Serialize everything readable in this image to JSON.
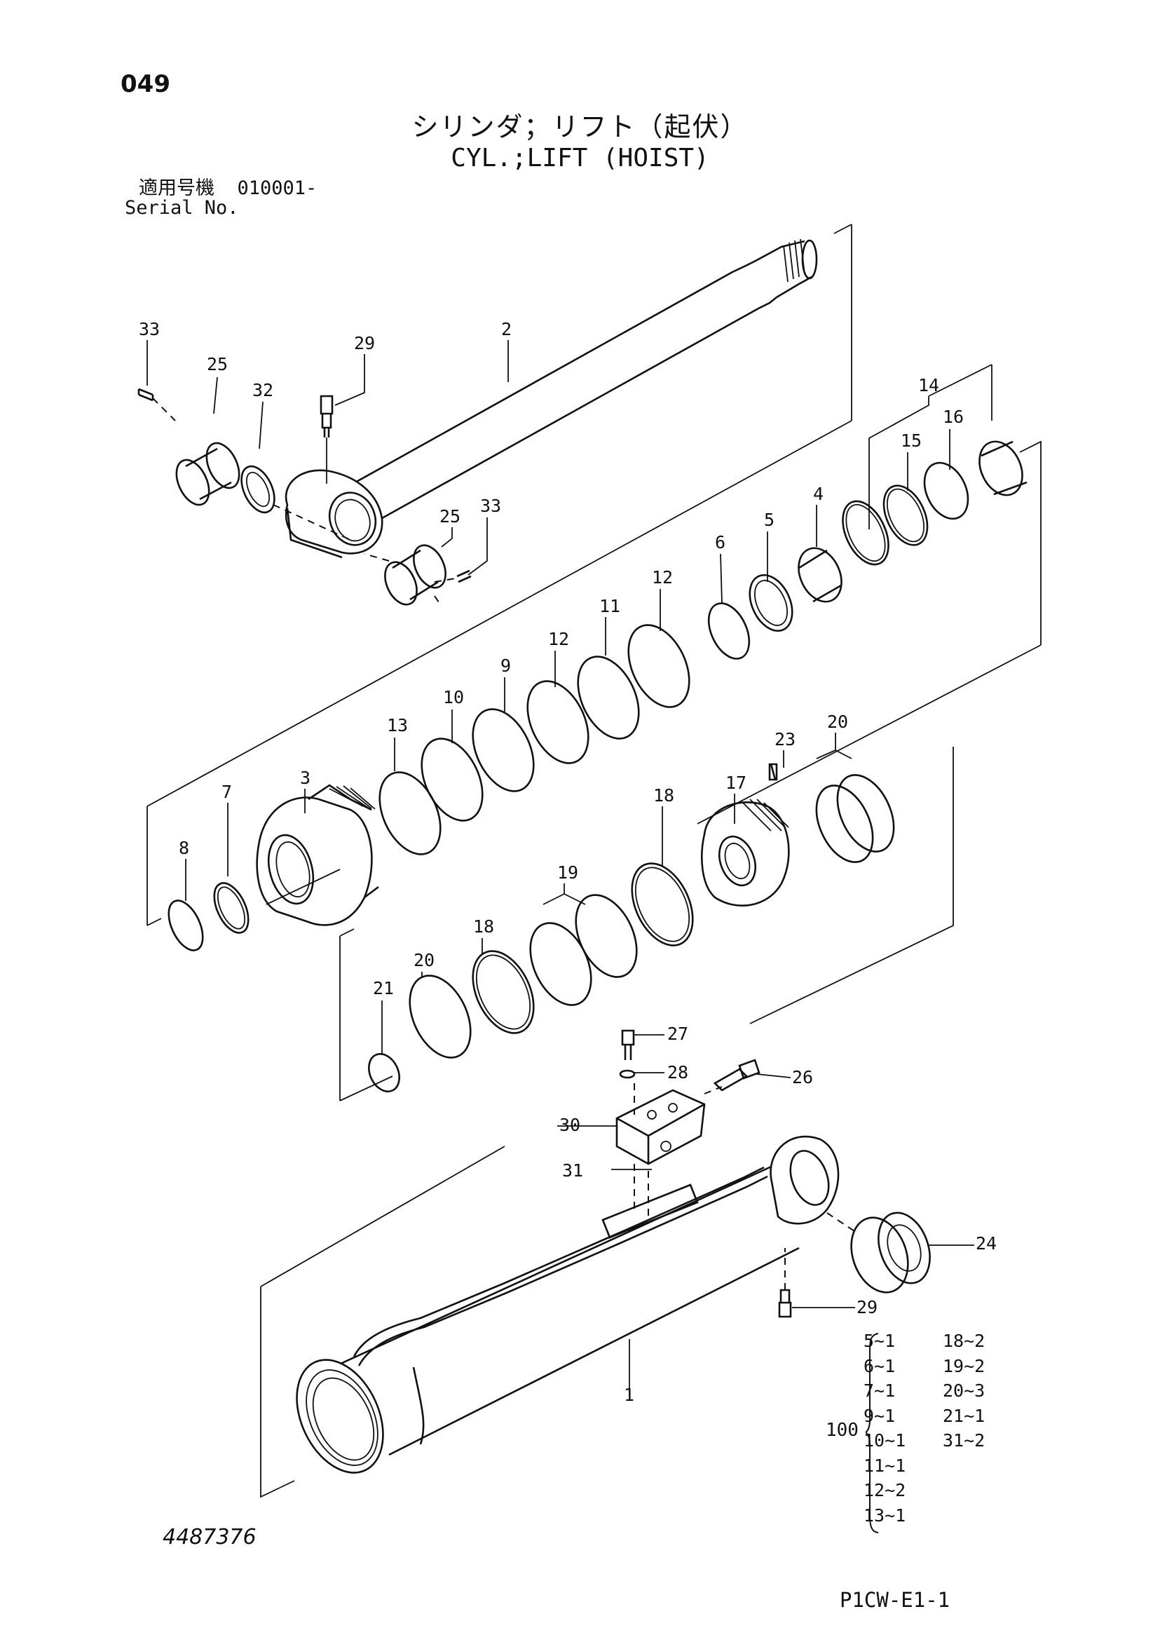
{
  "header": {
    "page_number": "049",
    "title_jp": "シリンダ；リフト（起伏）",
    "title_en": "CYL.;LIFT (HOIST)",
    "serial_label_jp": "適用号機",
    "serial_value": "010001-",
    "serial_label_en": "Serial No."
  },
  "callouts": [
    "33",
    "25",
    "32",
    "29",
    "2",
    "25",
    "33",
    "14",
    "15",
    "16",
    "4",
    "5",
    "6",
    "12",
    "11",
    "12",
    "9",
    "10",
    "13",
    "3",
    "7",
    "8",
    "23",
    "20",
    "17",
    "18",
    "19",
    "18",
    "20",
    "21",
    "27",
    "28",
    "26",
    "30",
    "31",
    "24",
    "29",
    "1"
  ],
  "kit": {
    "label": "100",
    "rows": [
      {
        "a": "5~1",
        "b": "18~2"
      },
      {
        "a": "6~1",
        "b": "19~2"
      },
      {
        "a": "7~1",
        "b": "20~3"
      },
      {
        "a": "9~1",
        "b": "21~1"
      },
      {
        "a": "10~1",
        "b": "31~2"
      },
      {
        "a": "11~1",
        "b": ""
      },
      {
        "a": "12~2",
        "b": ""
      },
      {
        "a": "13~1",
        "b": ""
      }
    ]
  },
  "footer": {
    "doc_number": "4487376",
    "sheet_code": "P1CW-E1-1"
  }
}
